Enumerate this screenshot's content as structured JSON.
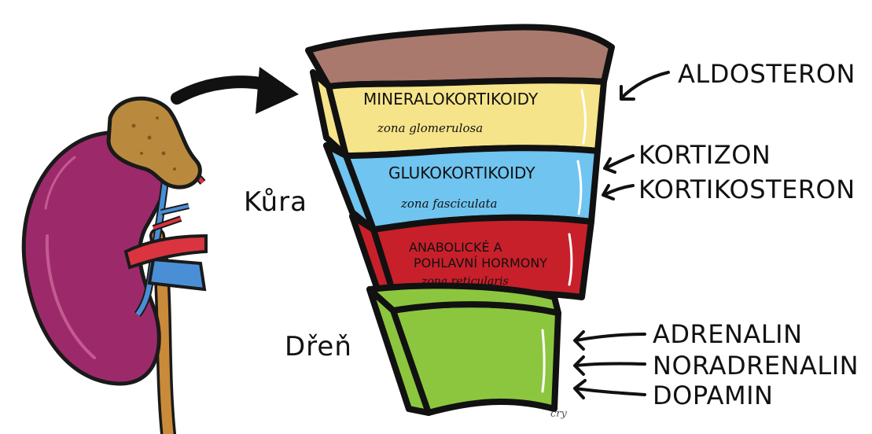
{
  "regions": {
    "cortex": "Kůra",
    "medulla": "Dřeň"
  },
  "zones": [
    {
      "title": "MINERALOKORTIKOIDY",
      "subtitle": "zona glomerulosa",
      "color": "#f6e48a"
    },
    {
      "title": "GLUKOKORTIKOIDY",
      "subtitle": "zona fasciculata",
      "color": "#6fc4f0"
    },
    {
      "title_line1": "ANABOLICKÉ A",
      "title_line2": "POHLAVNÍ HORMONY",
      "subtitle": "zona reticularis",
      "color": "#c8202a"
    }
  ],
  "medulla_color": "#8cc63f",
  "capsule_color": "#a9796d",
  "hormones": {
    "aldosteron": "ALDOSTERON",
    "kortizon": "KORTIZON",
    "kortikosteron": "KORTIKOSTERON",
    "adrenalin": "ADRENALIN",
    "noradrenalin": "NORADRENALIN",
    "dopamin": "DOPAMIN"
  },
  "signature": "cry",
  "icons": {
    "kidney": "kidney-illustration",
    "adrenal": "adrenal-gland-illustration",
    "arrow": "curved-arrow-icon"
  }
}
